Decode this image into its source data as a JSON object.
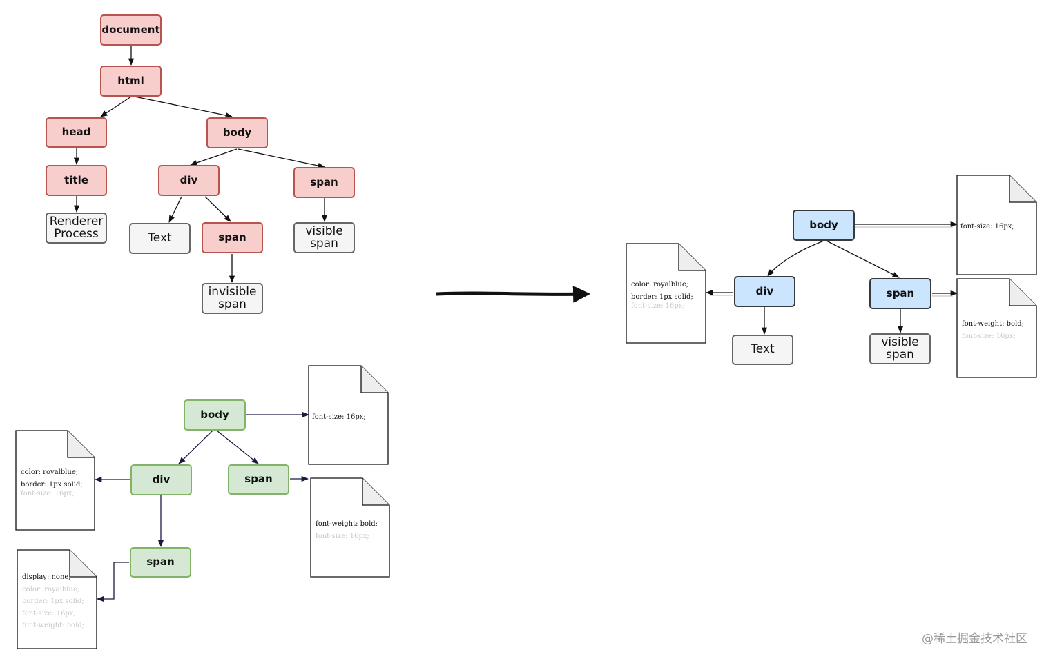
{
  "dom_tree": {
    "document": "document",
    "html": "html",
    "head": "head",
    "body": "body",
    "title": "title",
    "div": "div",
    "span": "span",
    "renderer_process": "Renderer\nProcess",
    "text": "Text",
    "span_inner": "span",
    "invisible_span": "invisible\nspan",
    "visible_span": "visible\nspan"
  },
  "style_tree": {
    "body": "body",
    "div": "div",
    "span_right": "span",
    "span_child": "span",
    "body_note": [
      "font-size: 16px;"
    ],
    "div_note": [
      "color: royalblue;",
      "border: 1px solid;"
    ],
    "div_note_inherited": [
      "font-size: 16px;"
    ],
    "span_note": [
      "font-weight: bold;"
    ],
    "span_note_inherited": [
      "font-size: 16px;"
    ],
    "span_child_note": [
      "display: none;"
    ],
    "span_child_note_inherited": [
      "color: royalblue;",
      "border: 1px solid;",
      "font-size: 16px;",
      "font-weight: bold;"
    ]
  },
  "layout_tree": {
    "body": "body",
    "div": "div",
    "span": "span",
    "text": "Text",
    "visible_span": "visible\nspan",
    "body_note": [
      "font-size: 16px;"
    ],
    "div_note": [
      "color: royalblue;",
      "border: 1px solid;"
    ],
    "div_note_inherited": [
      "font-size: 16px;"
    ],
    "span_note": [
      "font-weight: bold;"
    ],
    "span_note_inherited": [
      "font-size: 16px;"
    ]
  },
  "watermark": "@稀土掘金技术社区",
  "colors": {
    "dom_fill": "#f8cecc",
    "dom_stroke": "#b85450",
    "style_fill": "#d5e8d4",
    "style_stroke": "#82b366",
    "layout_fill": "#cce5ff",
    "layout_stroke": "#36393d",
    "text_fill": "#f5f5f5",
    "text_stroke": "#666666"
  }
}
